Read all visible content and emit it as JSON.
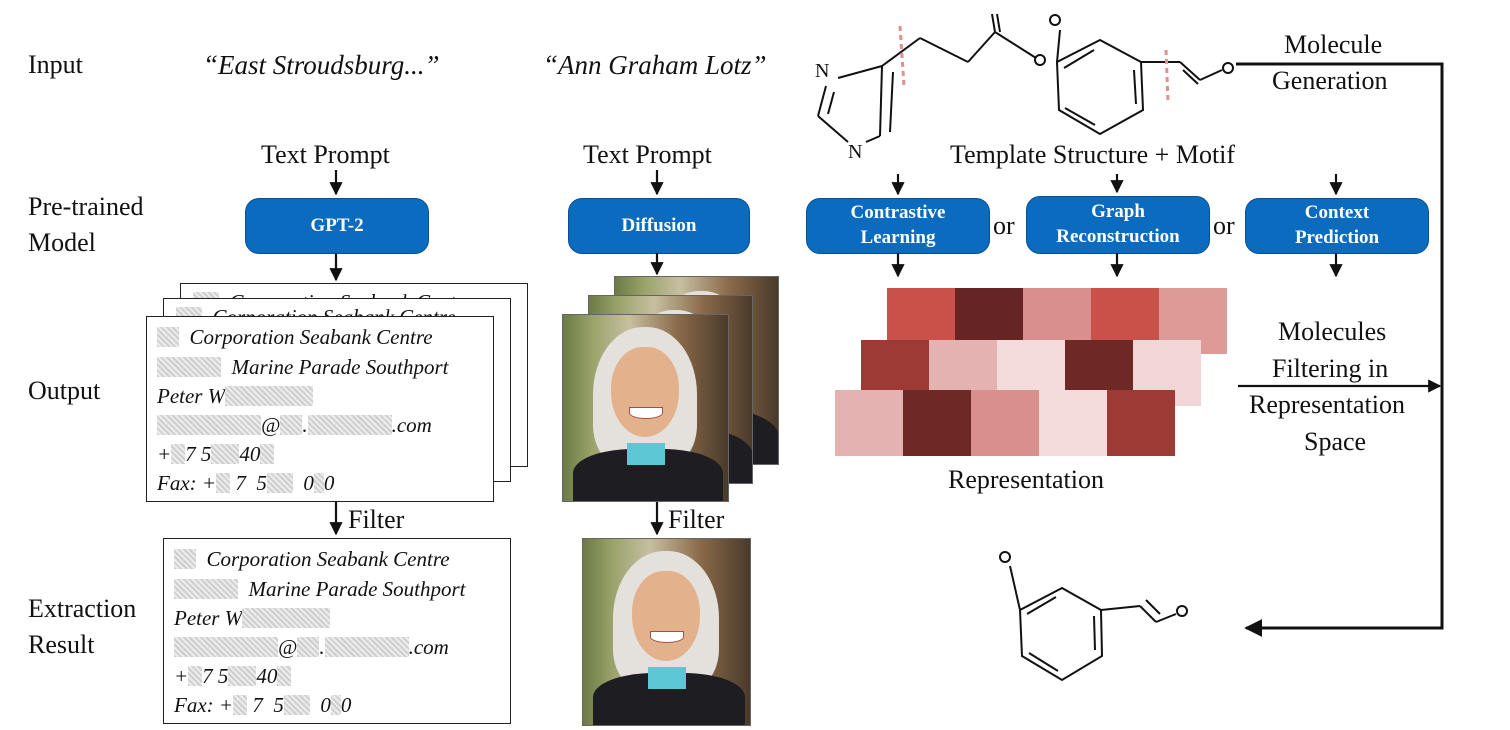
{
  "rows": {
    "input": "Input",
    "pretrained_1": "Pre-trained",
    "pretrained_2": "Model",
    "output": "Output",
    "extraction_1": "Extraction",
    "extraction_2": "Result"
  },
  "text_branch": {
    "input_quote": "“East Stroudsburg...”",
    "prompt": "Text Prompt",
    "model": "GPT-2",
    "filter": "Filter",
    "card": {
      "line1": "Corporation Seabank Centre",
      "line2": "Marine Parade Southport",
      "line3": "Peter W",
      "line4_at": "@",
      "line4_dot": ".",
      "line4_com": ".com",
      "line5_plus": "+",
      "line5_a": "7 5",
      "line5_b": "40",
      "line6_fax": "Fax: +",
      "line6_a": "7",
      "line6_b": "5",
      "line6_c": "0",
      "line6_d": "0",
      "behind_text": "Corporation Seabank Centre"
    }
  },
  "image_branch": {
    "input_quote": "“Ann Graham Lotz”",
    "prompt": "Text Prompt",
    "model": "Diffusion",
    "filter": "Filter"
  },
  "molecule_branch": {
    "template_label": "Template Structure + Motif",
    "atom_n1": "N",
    "atom_n2": "N",
    "models": [
      "Contrastive Learning",
      "Graph Reconstruction",
      "Context Prediction"
    ],
    "model_lines": [
      [
        "Contrastive",
        "Learning"
      ],
      [
        "Graph",
        "Reconstruction"
      ],
      [
        "Context",
        "Prediction"
      ]
    ],
    "or": "or",
    "representation": "Representation",
    "generation_1": "Molecule",
    "generation_2": "Generation",
    "filtering_1": "Molecules",
    "filtering_2": "Filtering in",
    "filtering_3": "Representation",
    "filtering_4": "Space",
    "heatmap_colors": [
      [
        "#c9514a",
        "#662524",
        "#d98f8c",
        "#c9514a",
        "#dd9a97"
      ],
      [
        "#9e3a36",
        "#e4b3b1",
        "#f3dcdb",
        "#6e2826",
        "#f2d6d5"
      ],
      [
        "#e4b3b1",
        "#6e2826",
        "#d98f8c",
        "#f3dcdb",
        "#9e3a36"
      ]
    ]
  },
  "colors": {
    "model_fill": "#0b6bbf",
    "model_border": "#0a4f8f"
  }
}
